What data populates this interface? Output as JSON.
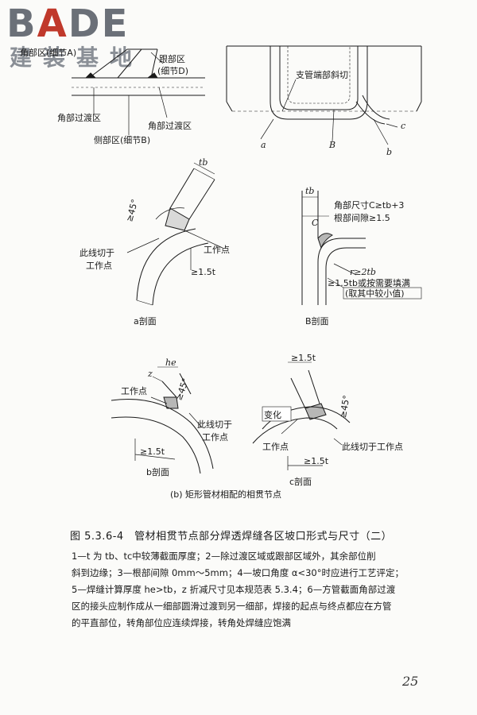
{
  "logo": {
    "main_prefix": "B",
    "main_accent": "A",
    "main_suffix": "DE",
    "sub": "建装基地"
  },
  "figure_top_left": {
    "label_corner_a": "角部区(细节A)",
    "label_heel": "跟部区",
    "label_heel_detail": "(细节D)",
    "label_transition_left": "角部过渡区",
    "label_transition_right": "角部过渡区",
    "label_side": "侧部区(细节B)"
  },
  "figure_top_right": {
    "label_branch": "支管端部斜切",
    "mark_a": "a",
    "mark_b": "b",
    "mark_c": "c",
    "mark_B": "B"
  },
  "section_a": {
    "dim_tb": "tb",
    "angle": "≥45°",
    "cut_line": "此线切于",
    "cut_line2": "工作点",
    "work_point": "工作点",
    "gap": "≥1.5t",
    "caption": "a剖面"
  },
  "section_b": {
    "dim_tb": "tb",
    "dim_c": "C",
    "note1": "角部尺寸C≥tb+3",
    "note2": "根部间隙≥1.5",
    "radius": "r≥2tb",
    "fill1": "≥1.5tb或按需要填满",
    "fill2": "(取其中较小值)",
    "caption": "B剖面"
  },
  "section_b2": {
    "work_point": "工作点",
    "he": "he",
    "z": "z",
    "angle": "≥45°",
    "cut_line": "此线切于",
    "cut_line2": "工作点",
    "gap": "≥1.5t",
    "caption": "b剖面"
  },
  "section_c": {
    "gap_top": "≥1.5t",
    "change": "变化",
    "angle": "≥45°",
    "work_point": "工作点",
    "cut_line": "此线切于工作点",
    "gap": "≥1.5t",
    "caption": "c剖面"
  },
  "sub_caption": "(b) 矩形管材相配的相贯节点",
  "title": "图 5.3.6-4　管材相贯节点部分焊透焊缝各区坡口形式与尺寸（二）",
  "notes": [
    "1—t 为 tb、tc中较薄截面厚度；2—除过渡区域或跟部区域外，其余部位削",
    "斜到边缘；3—根部间隙 0mm～5mm；4—坡口角度 α<30°时应进行工艺评定；",
    "5—焊缝计算厚度 he>tb，z 折减尺寸见本规范表 5.3.4；6—方管截面角部过渡",
    "区的接头应制作成从一细部圆滑过渡到另一细部，焊接的起点与终点都应在方管",
    "的平直部位，转角部位应连续焊接，转角处焊缝应饱满"
  ],
  "page_number": "25"
}
